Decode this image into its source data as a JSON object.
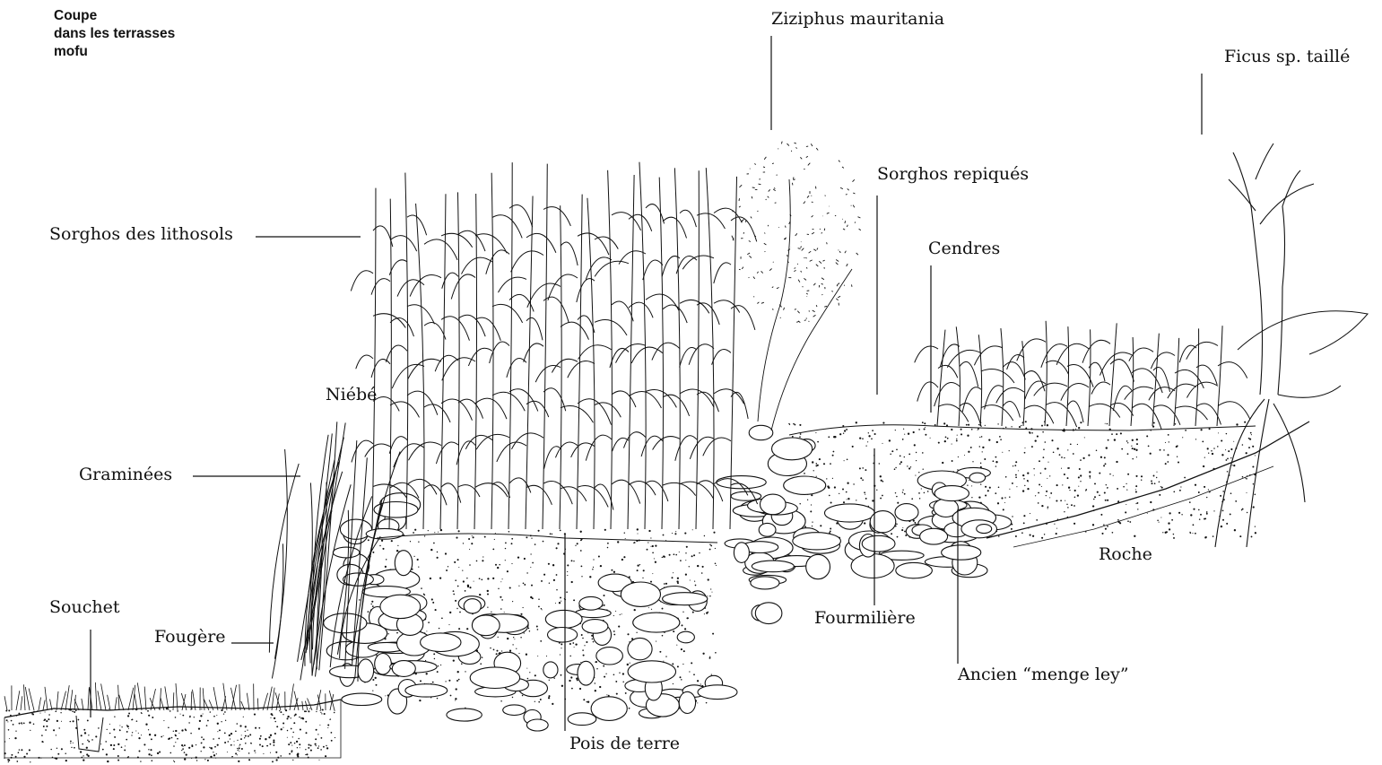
{
  "title": {
    "lines": [
      "Coupe",
      "dans les terrasses",
      "mofu"
    ]
  },
  "labels": {
    "ziziphus": "Ziziphus mauritania",
    "ficus": "Ficus sp. taillé",
    "sorghos_lithosols": "Sorghos des lithosols",
    "sorghos_repiques": "Sorghos repiqués",
    "cendres": "Cendres",
    "niebe": "Niébé",
    "graminees": "Graminées",
    "souchet": "Souchet",
    "fougere": "Fougère",
    "roche": "Roche",
    "fourmiliere": "Fourmilière",
    "ancien_menge_ley": "Ancien “menge ley”",
    "pois_de_terre": "Pois de terre"
  },
  "colors": {
    "ink": "#111111",
    "background": "#ffffff"
  }
}
